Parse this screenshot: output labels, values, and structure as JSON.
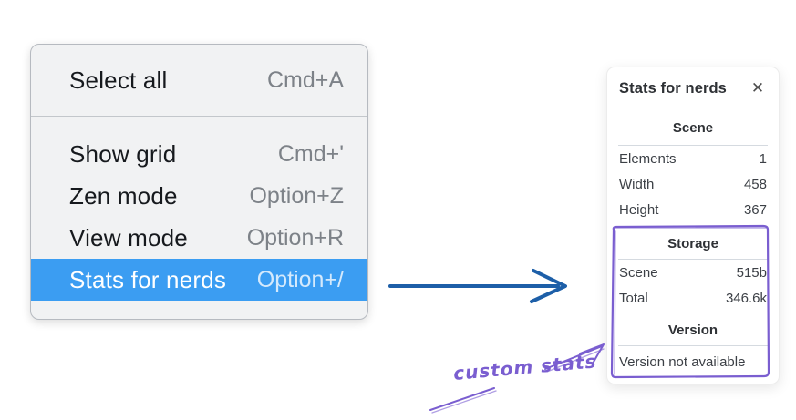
{
  "menu": {
    "items": [
      {
        "label": "Select all",
        "shortcut": "Cmd+A",
        "highlighted": false
      },
      {
        "label": "Show grid",
        "shortcut": "Cmd+'",
        "highlighted": false
      },
      {
        "label": "Zen mode",
        "shortcut": "Option+Z",
        "highlighted": false
      },
      {
        "label": "View mode",
        "shortcut": "Option+R",
        "highlighted": false
      },
      {
        "label": "Stats for nerds",
        "shortcut": "Option+/",
        "highlighted": true
      }
    ]
  },
  "stats_panel": {
    "title": "Stats for nerds",
    "close_icon": "✕",
    "sections": [
      {
        "header": "Scene",
        "rows": [
          [
            "Elements",
            "1"
          ],
          [
            "Width",
            "458"
          ],
          [
            "Height",
            "367"
          ]
        ]
      },
      {
        "header": "Storage",
        "rows": [
          [
            "Scene",
            "515b"
          ],
          [
            "Total",
            "346.6k"
          ]
        ]
      },
      {
        "header": "Version",
        "rows": [],
        "note": "Version not available"
      }
    ]
  },
  "annotation": {
    "label": "custom stats"
  },
  "colors": {
    "menu_highlight": "#3b9df2",
    "arrow_blue": "#1d5fa8",
    "annotation_purple": "#7a5ed0",
    "panel_hr": "#d5dae0"
  }
}
